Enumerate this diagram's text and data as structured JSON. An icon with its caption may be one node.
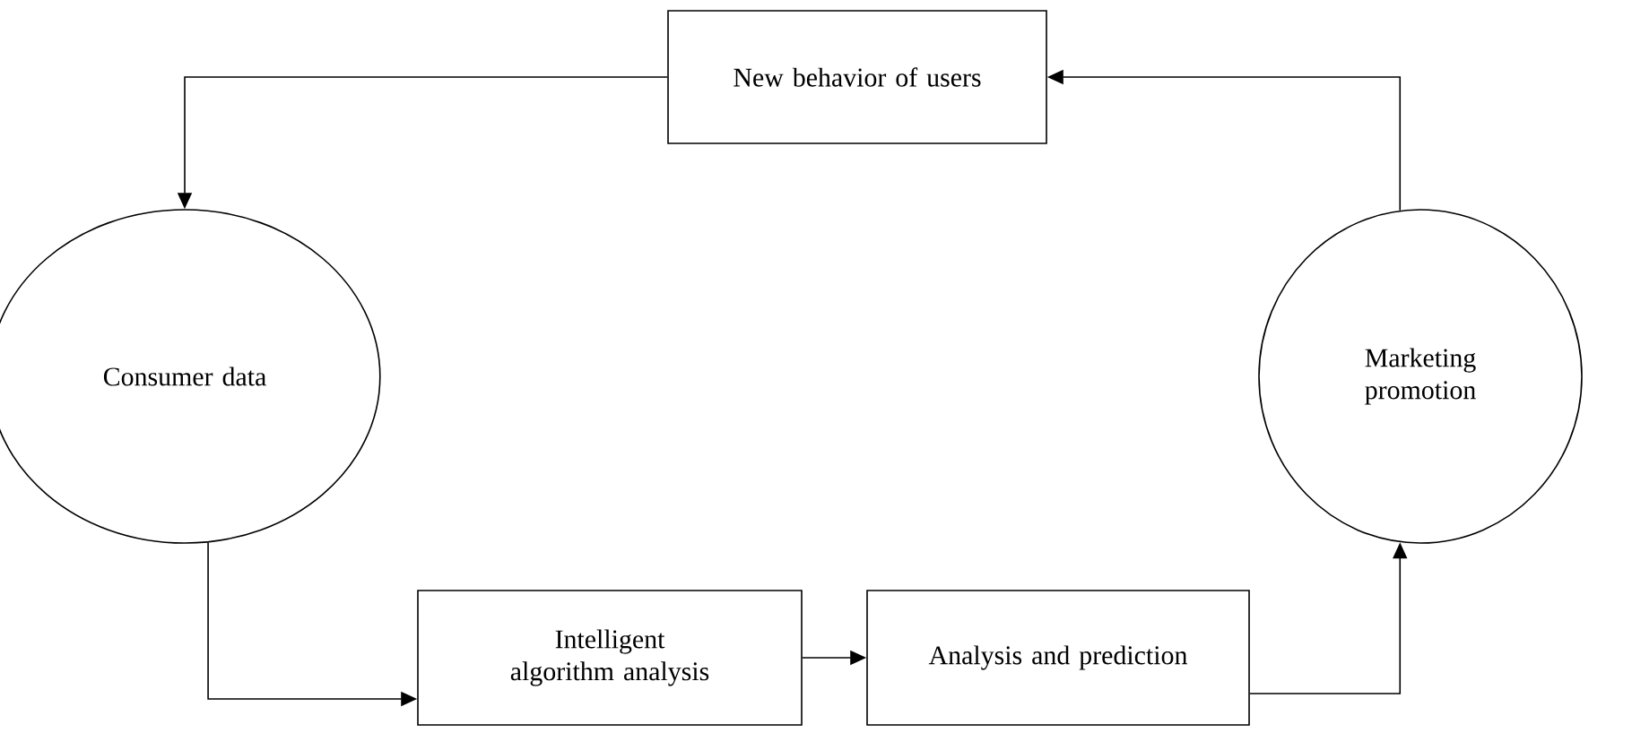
{
  "diagram": {
    "nodes": [
      {
        "text": [
          "New behavior of users"
        ]
      },
      {
        "text": [
          "Consumer data"
        ]
      },
      {
        "text": [
          "Intelligent algorithm analysis"
        ]
      },
      {
        "text": [
          "Analysis and prediction"
        ]
      },
      {
        "text": [
          "Marketing promotion"
        ]
      }
    ],
    "edges": [
      {
        "from": 0,
        "to": 1,
        "arrow": "to"
      },
      {
        "from": 1,
        "to": 2,
        "arrow": "to"
      },
      {
        "from": 2,
        "to": 3,
        "arrow": "to"
      },
      {
        "from": 3,
        "to": 4,
        "arrow": "to"
      },
      {
        "from": 4,
        "to": 0,
        "arrow": "to"
      }
    ]
  }
}
